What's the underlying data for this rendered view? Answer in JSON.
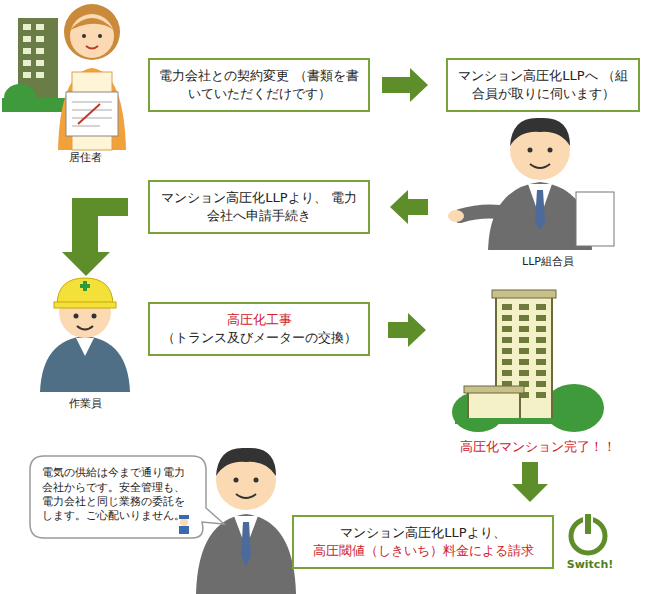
{
  "diagram": {
    "nodes": [
      {
        "text": [
          "電力会社との契約変更 （書類を書いていただくだけです）"
        ]
      },
      {
        "text": [
          "マンション高圧化LLPへ （組合員が取りに伺います）"
        ]
      },
      {
        "text": [
          "マンション高圧化LLPより、 電力会社へ申請手続き"
        ]
      },
      {
        "text": [
          "高圧化工事",
          "（トランス及びメーターの交換）"
        ]
      },
      {
        "text": [
          "電気の供給は今まで通り電力会社からです。安全管理も、電力会社と同じ業務の委託をします。ご心配いりません。"
        ]
      },
      {
        "text": [
          "マンション高圧化LLPより、",
          "高圧閾値（しきいち）料金による請求"
        ]
      }
    ],
    "edges": [
      {
        "from": 0,
        "to": 1,
        "arrow": "to"
      }
    ],
    "labels": [
      "居住者",
      "LLP組合員",
      "作業員",
      "高圧化マンション完了！！",
      "Switch!"
    ]
  }
}
